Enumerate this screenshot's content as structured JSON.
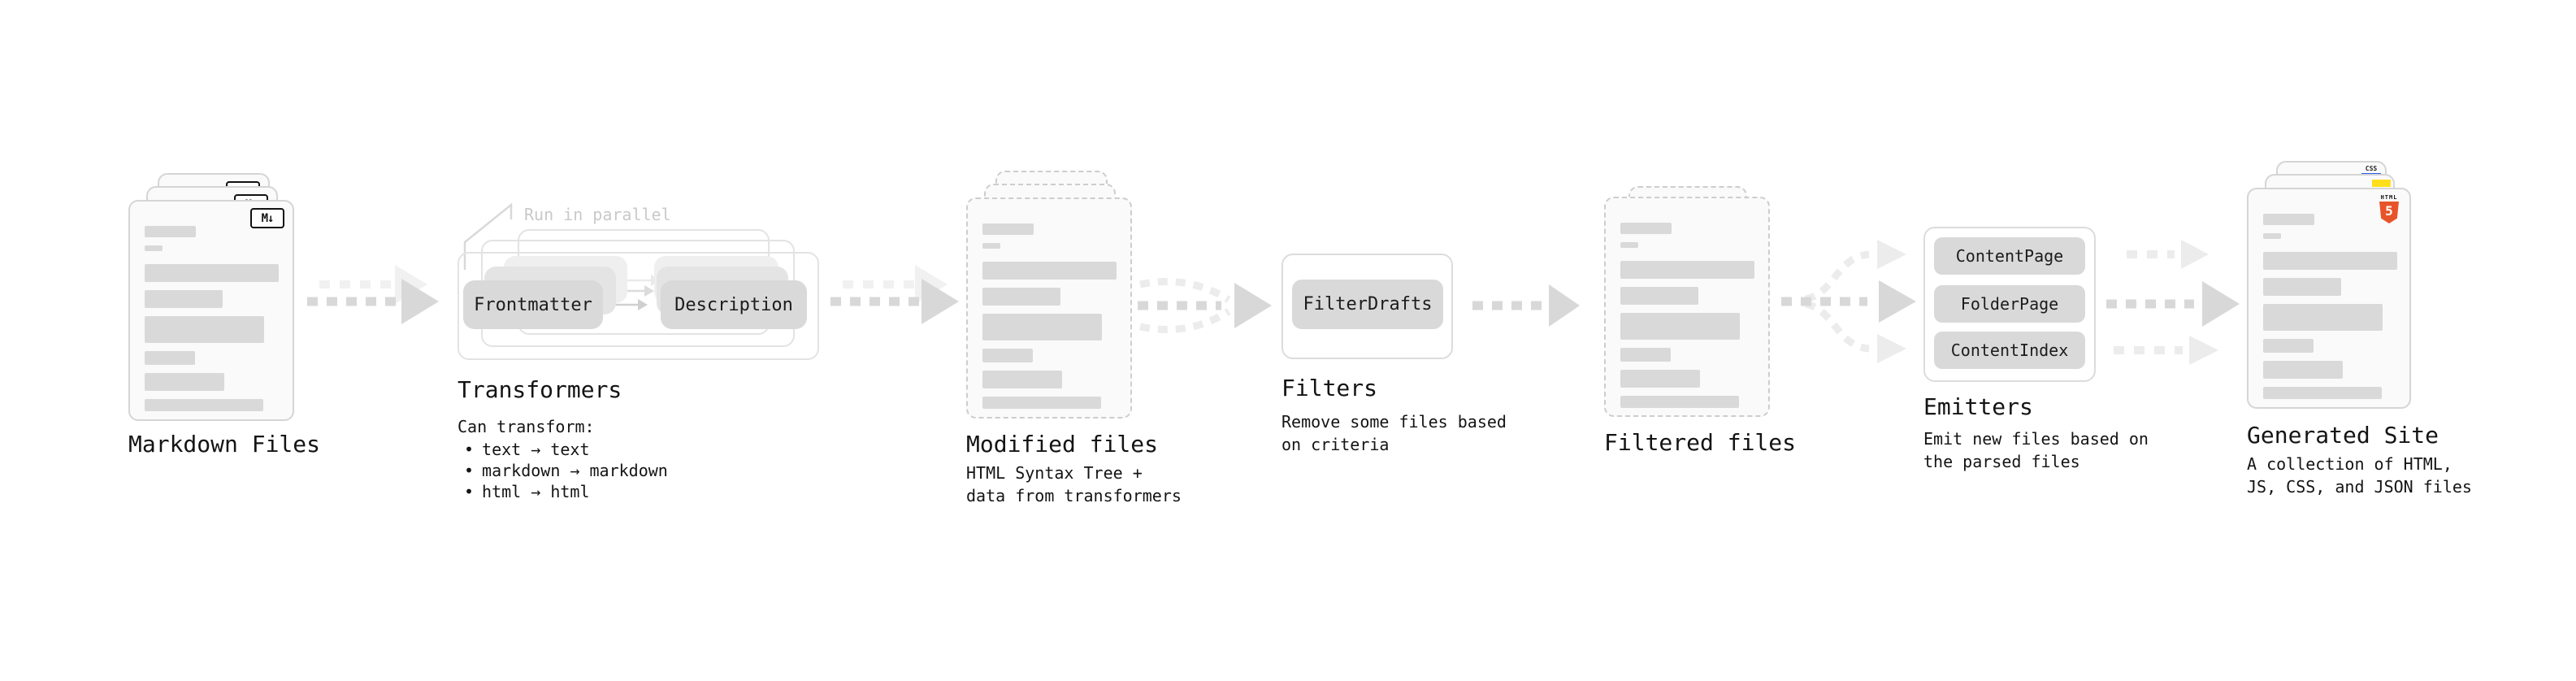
{
  "stages": {
    "markdown": {
      "label": "Markdown Files",
      "badge": "M↓"
    },
    "transformers": {
      "annotation": "Run in parallel",
      "box_left": "Frontmatter",
      "box_right": "Description",
      "label": "Transformers",
      "sub_title": "Can transform:",
      "bullet": "•",
      "bullets": [
        "text → text",
        "markdown → markdown",
        "html → html"
      ]
    },
    "modified": {
      "label": "Modified files",
      "sub": "HTML Syntax Tree +\ndata from transformers"
    },
    "filters": {
      "box": "FilterDrafts",
      "label": "Filters",
      "sub": "Remove some files based\non criteria"
    },
    "filtered": {
      "label": "Filtered files"
    },
    "emitters": {
      "boxes": [
        "ContentPage",
        "FolderPage",
        "ContentIndex"
      ],
      "label": "Emitters",
      "sub": "Emit new files based on\nthe parsed files"
    },
    "generated": {
      "label": "Generated Site",
      "sub": "A collection of HTML,\nJS, CSS, and JSON files",
      "badge_css": "CSS",
      "badge_html_word": "HTML",
      "badge_html_number": "5"
    }
  },
  "colors": {
    "card_fill": "#fafafa",
    "card_border": "#d5d5d5",
    "placeholder_bar": "#d9d9d9",
    "gray_box": "#d9d9d9",
    "arrow": "#d8d8d8",
    "arrow_light": "#ececec",
    "annotation_gray": "#c9c9c9",
    "html5_orange": "#e8542a",
    "js_yellow": "#ffdf1b",
    "css_blue": "#2760e6"
  }
}
